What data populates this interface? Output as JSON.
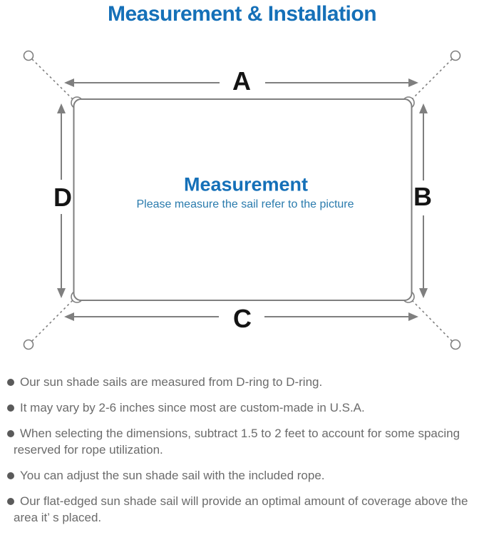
{
  "page": {
    "title": "Measurement & Installation"
  },
  "diagram": {
    "dimension_labels": {
      "a": "A",
      "b": "B",
      "c": "C",
      "d": "D"
    },
    "center": {
      "title": "Measurement",
      "subtitle": "Please measure the sail refer to the picture"
    },
    "colors": {
      "accent_blue": "#1570b8",
      "subtitle_blue": "#2a7bad",
      "line_gray": "#7f7f7f",
      "label_black": "#141414"
    }
  },
  "notes": {
    "items": [
      "Our sun shade sails are measured from D-ring to D-ring.",
      "It may vary by 2-6 inches since most are custom-made in U.S.A.",
      "When selecting the dimensions, subtract 1.5 to 2 feet to account for some spacing reserved for rope utilization.",
      "You can adjust the sun shade sail with the included rope.",
      "Our flat-edged sun shade sail will provide an optimal amount of coverage above the area it’ s placed."
    ]
  }
}
